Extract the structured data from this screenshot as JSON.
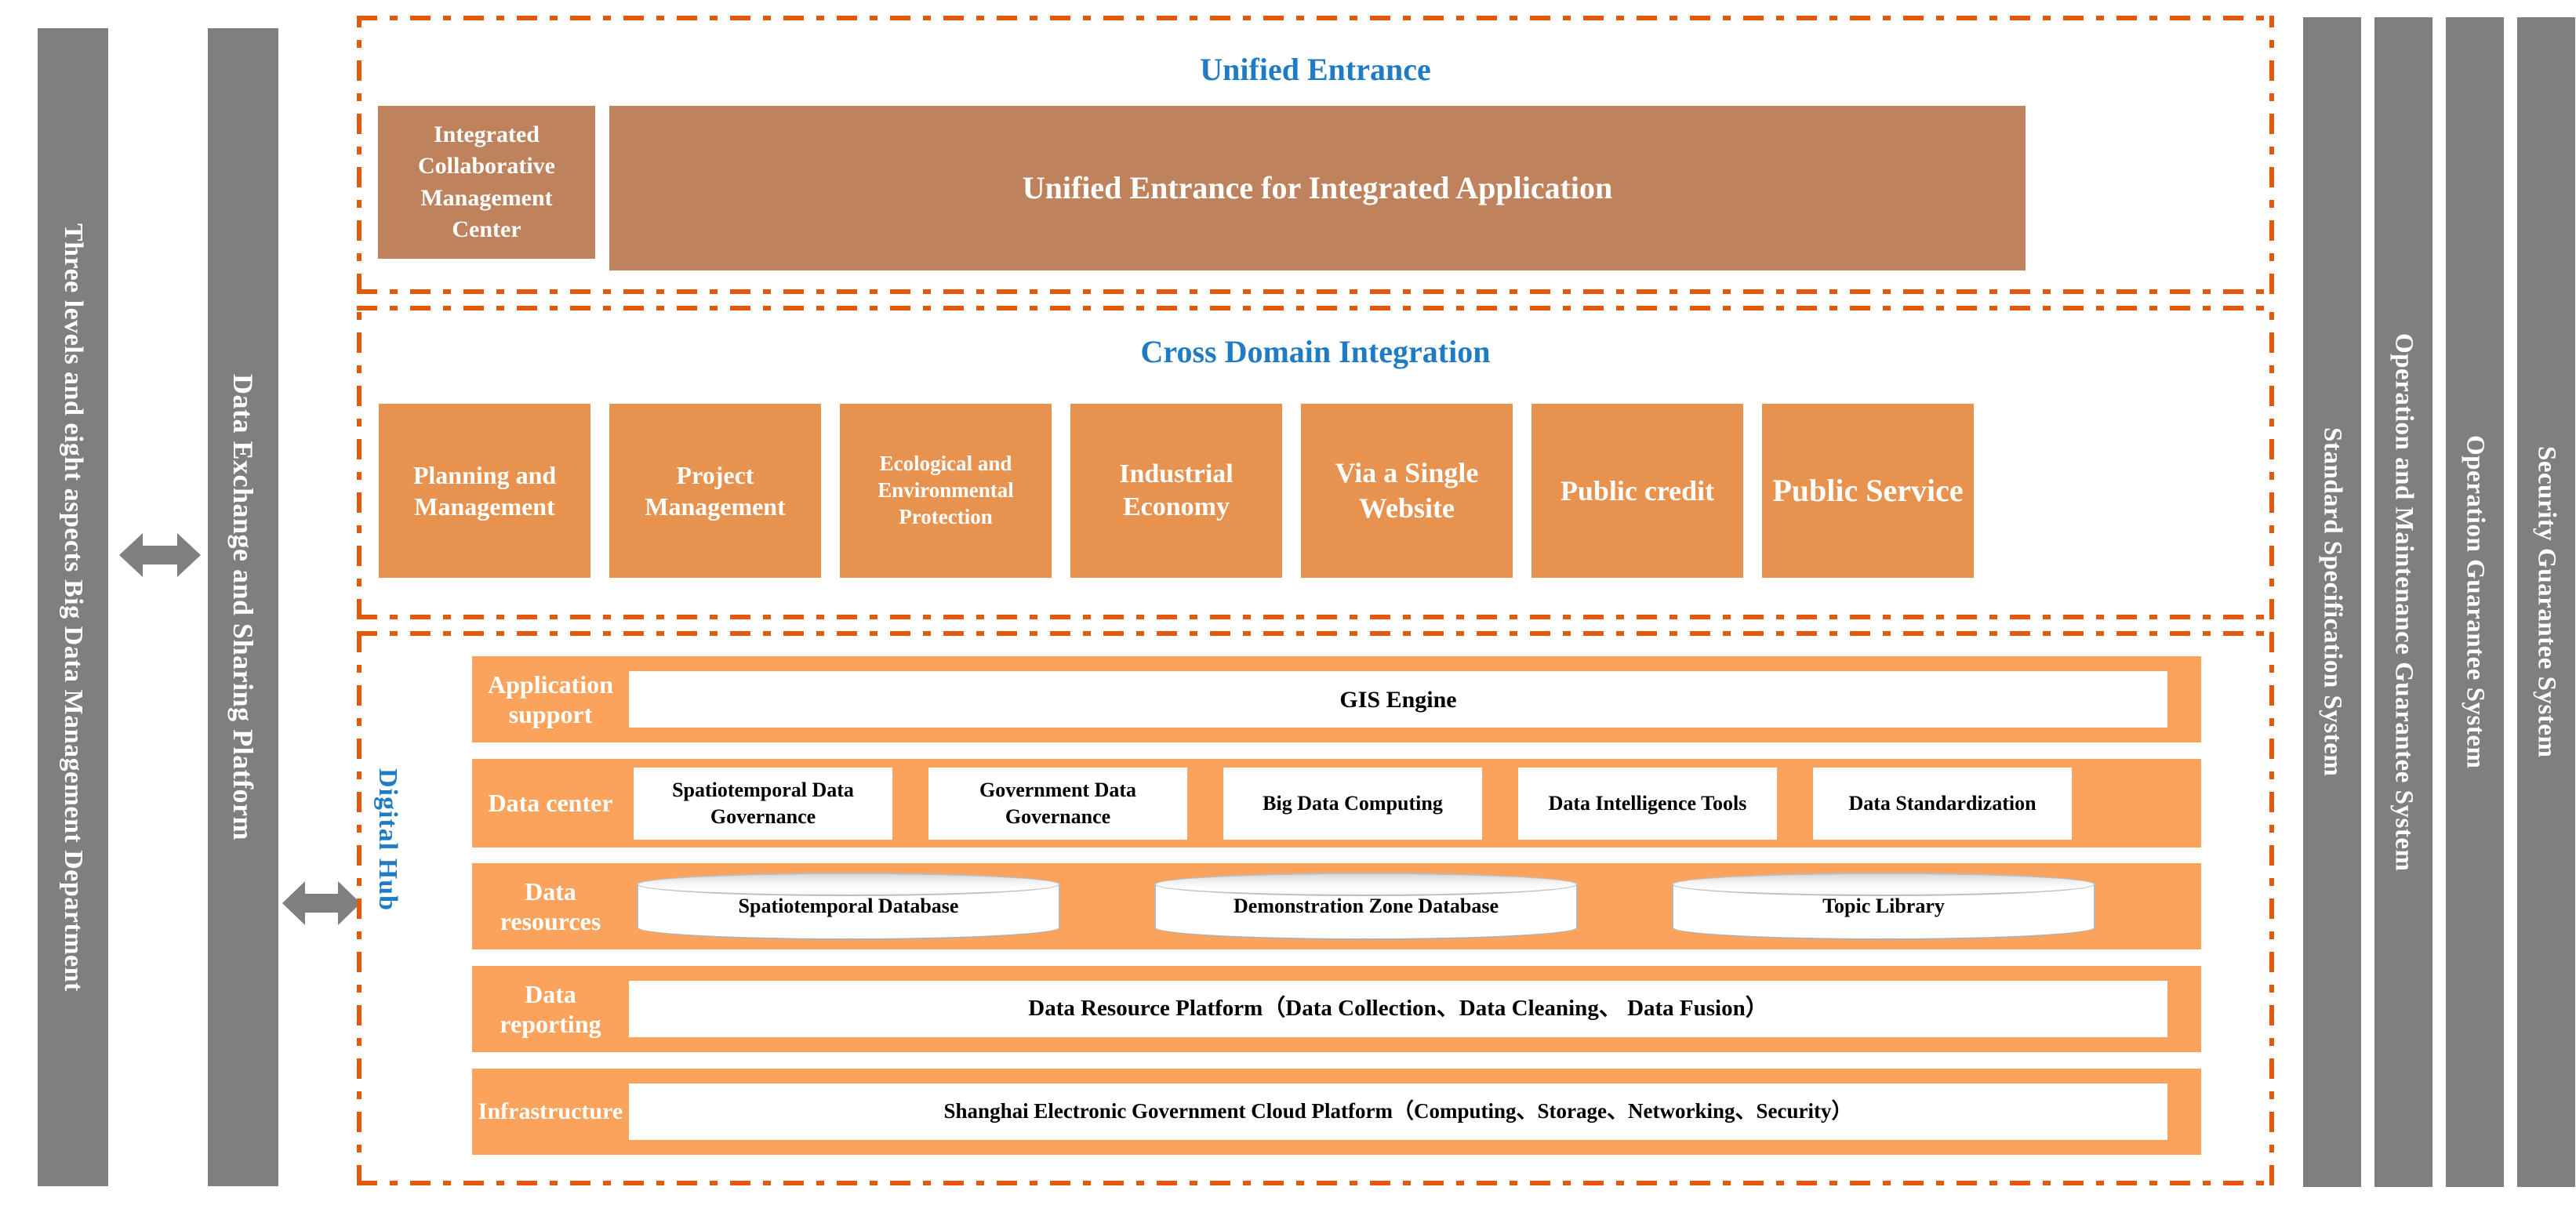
{
  "colors": {
    "gray_pillar": "#7f7f7f",
    "dash_orange": "#e0590c",
    "brown_box": "#be835c",
    "orange_column": "#e8924f",
    "light_orange_row": "#fba35c",
    "title_blue": "#1f7bc4"
  },
  "left_pillars": [
    {
      "label": "Three levels and eight aspects Big Data Management Department"
    },
    {
      "label": "Data Exchange and Sharing Platform"
    }
  ],
  "right_pillars": [
    {
      "label": "Standard Specification System"
    },
    {
      "label": "Operation and Maintenance Guarantee System"
    },
    {
      "label": "Operation Guarantee System"
    },
    {
      "label": "Security Guarantee System"
    }
  ],
  "unified_entrance": {
    "title": "Unified Entrance",
    "boxes": [
      {
        "label": "Integrated Collaborative Management Center"
      },
      {
        "label": "Unified Entrance for Integrated Application"
      }
    ]
  },
  "cross_domain": {
    "title": "Cross Domain Integration",
    "columns": [
      {
        "label": "Planning and Management"
      },
      {
        "label": "Project Management"
      },
      {
        "label": "Ecological and Environmental Protection"
      },
      {
        "label": "Industrial Economy"
      },
      {
        "label": "Via a Single Website"
      },
      {
        "label": "Public credit"
      },
      {
        "label": "Public Service"
      }
    ]
  },
  "digital_hub": {
    "side_label": "Digital Hub",
    "rows": [
      {
        "label": "Application support",
        "kind": "single",
        "items": [
          {
            "label": "GIS Engine"
          }
        ]
      },
      {
        "label": "Data center",
        "kind": "boxes",
        "items": [
          {
            "label": "Spatiotemporal Data Governance"
          },
          {
            "label": "Government Data Governance"
          },
          {
            "label": "Big Data Computing"
          },
          {
            "label": "Data Intelligence Tools"
          },
          {
            "label": "Data Standardization"
          }
        ]
      },
      {
        "label": "Data resources",
        "kind": "cylinders",
        "items": [
          {
            "label": "Spatiotemporal Database"
          },
          {
            "label": "Demonstration Zone Database"
          },
          {
            "label": "Topic Library"
          }
        ]
      },
      {
        "label": "Data reporting",
        "kind": "single",
        "items": [
          {
            "label": "Data Resource Platform（Data Collection、Data Cleaning、 Data Fusion）"
          }
        ]
      },
      {
        "label": "Infrastructure",
        "kind": "single",
        "items": [
          {
            "label": "Shanghai Electronic Government Cloud Platform（Computing、Storage、Networking、Security）"
          }
        ]
      }
    ]
  },
  "arrows": [
    {
      "name": "arrow-dept-to-platform"
    },
    {
      "name": "arrow-platform-to-hub"
    }
  ]
}
